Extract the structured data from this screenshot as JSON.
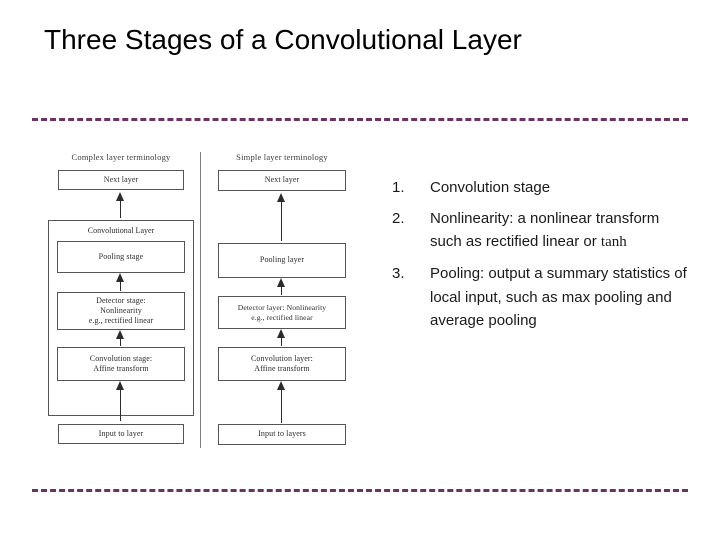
{
  "slide": {
    "title": "Three Stages of a Convolutional Layer",
    "accent_color": "#6d3263",
    "background_color": "#ffffff",
    "text_color": "#000000"
  },
  "figure": {
    "columns": [
      {
        "caption": "Complex layer terminology",
        "boxes": [
          {
            "lines": [
              "Next layer"
            ]
          },
          {
            "lines": [
              "Pooling stage"
            ]
          },
          {
            "lines": [
              "Detector stage:",
              "Nonlinearity",
              "e.g., rectified linear"
            ]
          },
          {
            "lines": [
              "Convolution stage:",
              "Affine transform"
            ]
          },
          {
            "lines": [
              "Input to layer"
            ]
          }
        ],
        "group_label": "Convolutional Layer"
      },
      {
        "caption": "Simple layer terminology",
        "boxes": [
          {
            "lines": [
              "Next layer"
            ]
          },
          {
            "lines": [
              "Pooling layer"
            ]
          },
          {
            "lines": [
              "Detector layer: Nonlinearity",
              "e.g., rectified linear"
            ]
          },
          {
            "lines": [
              "Convolution layer:",
              "Affine transform"
            ]
          },
          {
            "lines": [
              "Input to layers"
            ]
          }
        ]
      }
    ]
  },
  "bullets": [
    {
      "number": "1.",
      "text_before": "Convolution stage",
      "text_special": "",
      "text_after": ""
    },
    {
      "number": "2.",
      "text_before": "Nonlinearity: a nonlinear transform such as rectified linear or ",
      "text_special": "tanh",
      "text_after": ""
    },
    {
      "number": "3.",
      "text_before": "Pooling: output a summary statistics of local input, such as max pooling and average pooling",
      "text_special": "",
      "text_after": ""
    }
  ]
}
